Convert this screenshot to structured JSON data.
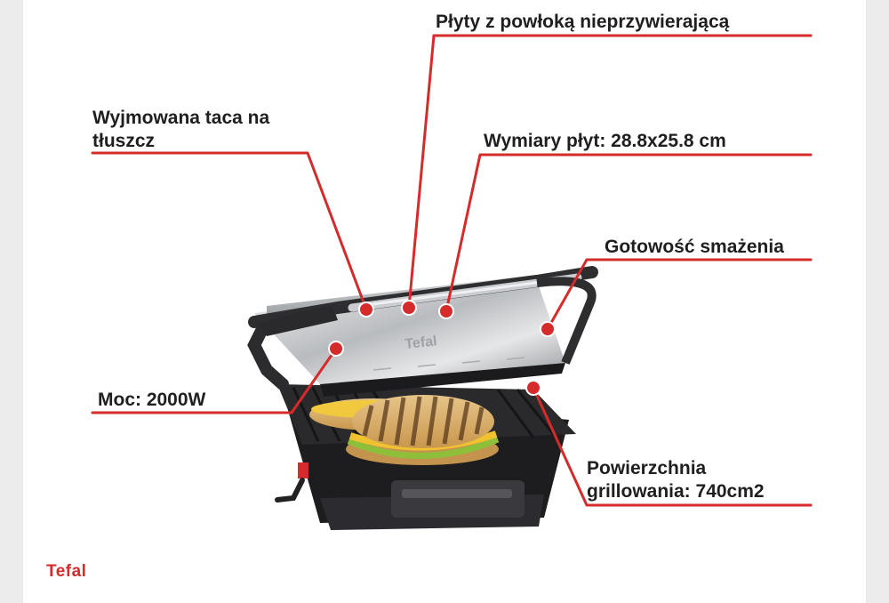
{
  "callouts": {
    "coating": "Płyty z powłoką nieprzywierającą",
    "tray_line1": "Wyjmowana taca na",
    "tray_line2": "tłuszcz",
    "dimensions": "Wymiary płyt: 28.8x25.8 cm",
    "ready": "Gotowość smażenia",
    "power": "Moc: 2000W",
    "surface_line1": "Powierzchnia",
    "surface_line2": "grillowania: 740cm2"
  },
  "brand": {
    "logo_text": "Tefal",
    "lid_embossing": "Tefal"
  },
  "colors": {
    "callout_line": "#d52b2b",
    "text": "#1f1f1f",
    "brand": "#d22c2c"
  }
}
